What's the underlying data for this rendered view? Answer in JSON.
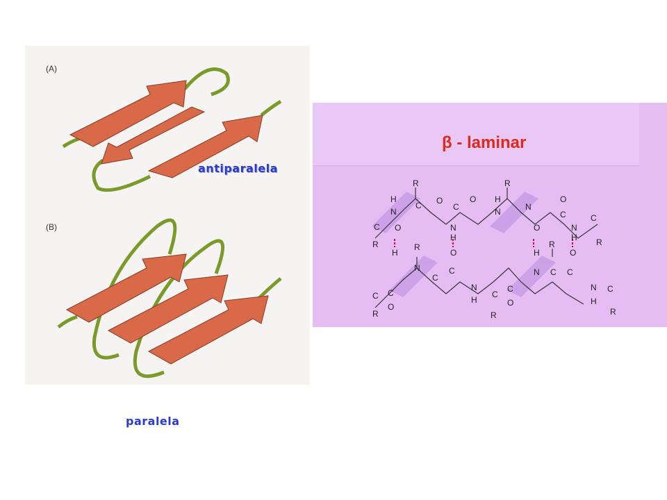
{
  "left_panel": {
    "label_a": "(A)",
    "label_b": "(B)",
    "caption_anti": "antiparalela",
    "caption_par": "paralela"
  },
  "right_panel": {
    "title": "β - laminar"
  },
  "colors": {
    "strand": "#d86a4a",
    "loop": "#7a9a2a",
    "right_bg": "#e5bdf2",
    "title": "#e0281e",
    "caption": "#2a3bd4"
  }
}
